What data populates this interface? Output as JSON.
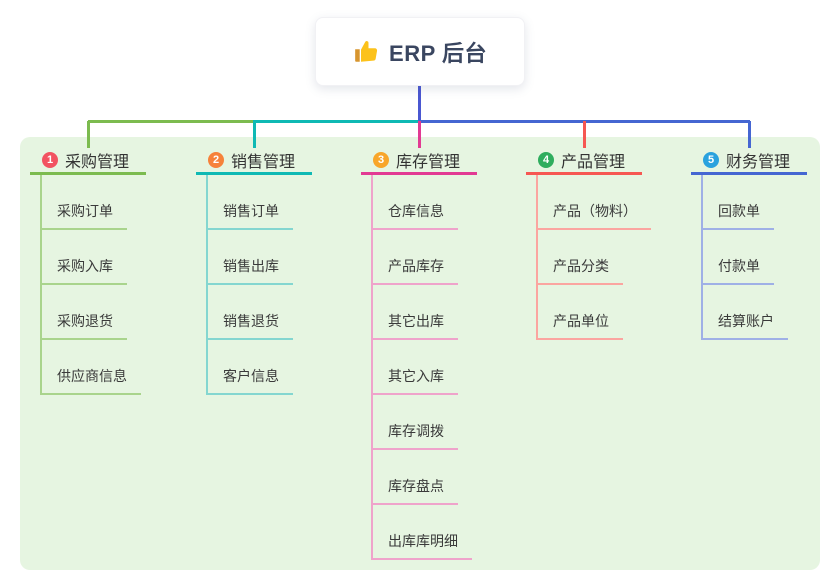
{
  "root": {
    "label": "ERP 后台",
    "icon": "thumbs-up"
  },
  "colors": {
    "panel_bg": "#e6f5e1",
    "root_line": "#4a57d1",
    "card_bg": "#ffffff",
    "root_text": "#3a4660",
    "title_text": "#333333",
    "child_text": "#3a3a3a",
    "thumb_hand": "#fcc21b",
    "thumb_cuff": "#d7952f"
  },
  "branches": [
    {
      "number": "1",
      "label": "采购管理",
      "badge_color": "#f25361",
      "line_color": "#7cbb4f",
      "child_line_color": "#a9d48c",
      "children": [
        "采购订单",
        "采购入库",
        "采购退货",
        "供应商信息"
      ]
    },
    {
      "number": "2",
      "label": "销售管理",
      "badge_color": "#f6823b",
      "line_color": "#0fb9b4",
      "child_line_color": "#84d6d0",
      "children": [
        "销售订单",
        "销售出库",
        "销售退货",
        "客户信息"
      ]
    },
    {
      "number": "3",
      "label": "库存管理",
      "badge_color": "#f8a62a",
      "line_color": "#e23a93",
      "child_line_color": "#efa3cb",
      "children": [
        "仓库信息",
        "产品库存",
        "其它出库",
        "其它入库",
        "库存调拨",
        "库存盘点",
        "出库库明细"
      ]
    },
    {
      "number": "4",
      "label": "产品管理",
      "badge_color": "#2fad5e",
      "line_color": "#f65752",
      "child_line_color": "#fba5a0",
      "children": [
        "产品（物料）",
        "产品分类",
        "产品单位"
      ]
    },
    {
      "number": "5",
      "label": "财务管理",
      "badge_color": "#2aa2de",
      "line_color": "#4566d2",
      "child_line_color": "#9fb0e6",
      "children": [
        "回款单",
        "付款单",
        "结算账户"
      ]
    }
  ]
}
